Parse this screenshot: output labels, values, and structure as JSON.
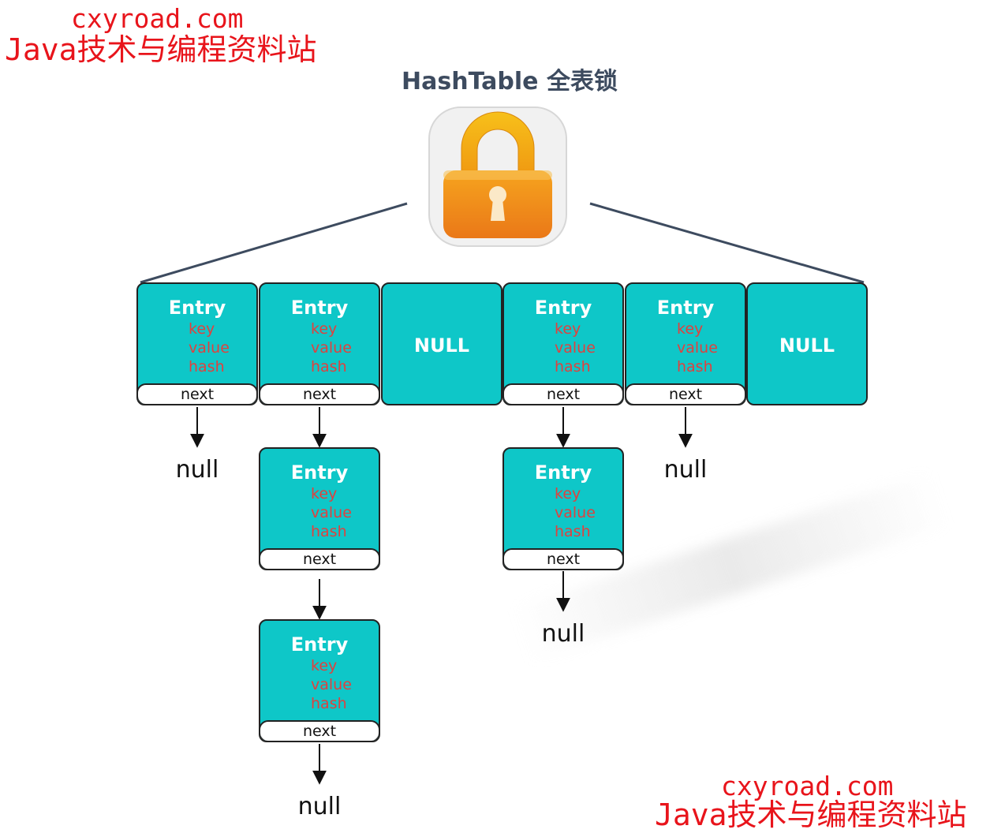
{
  "watermark": {
    "site": "cxyroad.com",
    "text": "Java技术与编程资料站"
  },
  "title": "HashTable 全表锁",
  "entry": {
    "title": "Entry",
    "fields": [
      "key",
      "value",
      "hash"
    ],
    "next": "next"
  },
  "null_bucket": "NULL",
  "null_terminal": "null",
  "colors": {
    "cell": "#0ec7c8",
    "field_text": "#e0413e",
    "title_text": "#3d4b5f",
    "watermark": "#e8141b",
    "lock_body": "#f08a1c"
  },
  "icons": {
    "lock": "lock-icon"
  }
}
